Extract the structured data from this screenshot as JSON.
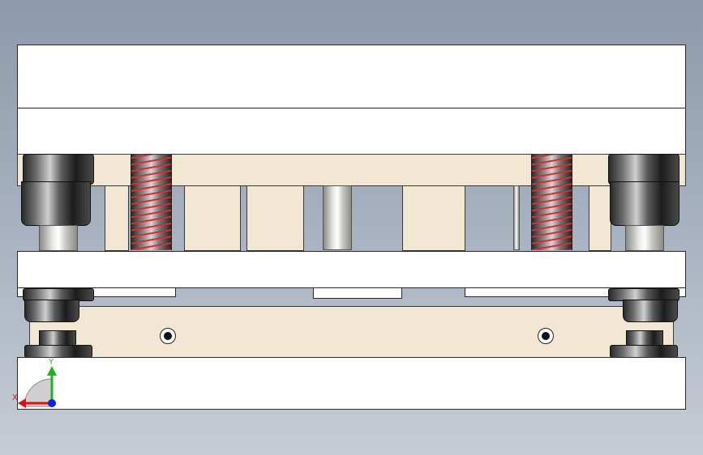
{
  "viewport": {
    "background_top": "#8d9aab",
    "background_bottom": "#c6ccd5"
  },
  "model": {
    "view": "front",
    "parts": [
      "top-clamp-plate",
      "upper-die-plate",
      "spring-zone",
      "die-springs",
      "guide-pins",
      "stripper-plate",
      "lower-die-block",
      "lower-bushings",
      "bottom-base-plate"
    ],
    "colors": {
      "plate": "#ffffff",
      "block": "#f1e7d2",
      "spring_coil": "#d51a1a",
      "bushing_dark": "#1c1c1c"
    }
  },
  "triad": {
    "x_label": "X",
    "y_label": "Y",
    "x_color": "#e01010",
    "y_color": "#20b020",
    "z_color": "#1020e0"
  }
}
